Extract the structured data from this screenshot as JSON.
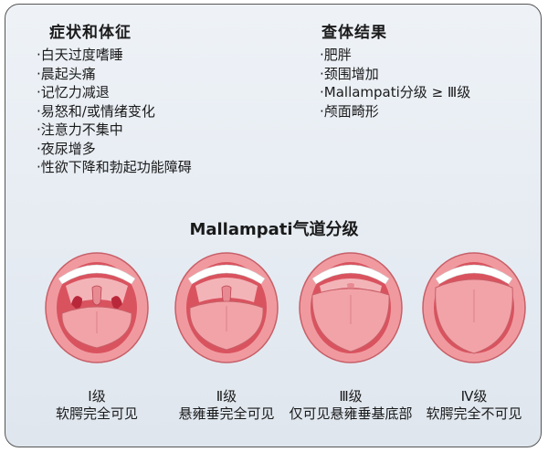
{
  "symptoms": {
    "title": "症状和体征",
    "items": [
      "·白天过度嗜睡",
      "·晨起头痛",
      "·记忆力减退",
      "·易怒和/或情绪变化",
      "·注意力不集中",
      "·夜尿增多",
      "·性欲下降和勃起功能障碍"
    ]
  },
  "exam": {
    "title": "查体结果",
    "items": [
      "·肥胖",
      "·颈围增加",
      "·Mallampati分级 ≥ Ⅲ级",
      "·颅面畸形"
    ]
  },
  "mallampati": {
    "title": "Mallampati气道分级",
    "grades": [
      {
        "grade": "Ⅰ级",
        "desc": "软腭完全可见"
      },
      {
        "grade": "Ⅱ级",
        "desc": "悬雍垂完全可见"
      },
      {
        "grade": "Ⅲ级",
        "desc": "仅可见悬雍垂基底部"
      },
      {
        "grade": "Ⅳ级",
        "desc": "软腭完全不可见"
      }
    ]
  },
  "colors": {
    "lip": "#f09aa0",
    "lip_outline": "#c75f68",
    "tongue": "#f2a3a8",
    "mouth_inside": "#d9535f",
    "teeth": "#ffffff"
  }
}
